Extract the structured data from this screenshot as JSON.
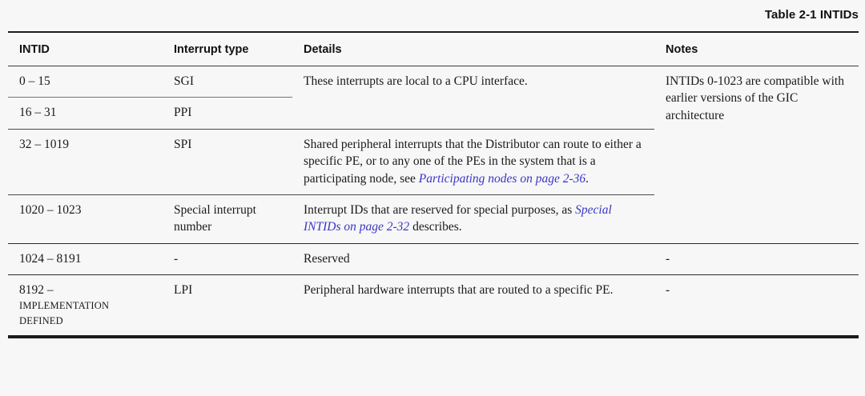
{
  "caption": "Table 2-1 INTIDs",
  "table": {
    "columns": [
      "INTID",
      "Interrupt type",
      "Details",
      "Notes"
    ],
    "notes_merged_text": "INTIDs 0-1023 are compatible with earlier versions of the GIC architecture",
    "rows": [
      {
        "intid": "0 – 15",
        "type": "SGI",
        "details": "These interrupts are local to a CPU interface.",
        "notes": "INTIDs 0-1023 are compatible with earlier versions of the GIC architecture"
      },
      {
        "intid": "16 – 31",
        "type": "PPI",
        "details": "",
        "notes": ""
      },
      {
        "intid": "32 – 1019",
        "type": "SPI",
        "details_pre": "Shared peripheral interrupts that the Distributor can route to either a specific PE, or to any one of the PEs in the system that is a participating node, see ",
        "details_link": "Participating nodes on page 2-36",
        "details_post": ".",
        "notes": ""
      },
      {
        "intid": "1020 – 1023",
        "type": "Special interrupt number",
        "details_pre": "Interrupt IDs that are reserved for special purposes, as ",
        "details_link": "Special INTIDs on page 2-32",
        "details_post": " describes.",
        "notes": ""
      },
      {
        "intid": "1024 – 8191",
        "type": "-",
        "details": "Reserved",
        "notes": "-"
      },
      {
        "intid_line1": "8192 –",
        "intid_line2": "IMPLEMENTATION",
        "intid_line3": "DEFINED",
        "type": "LPI",
        "details": "Peripheral hardware interrupts that are routed to a specific PE.",
        "notes": "-"
      }
    ]
  },
  "colors": {
    "page_background": "#f7f7f7",
    "text": "#1a1a1a",
    "link": "#3a35c8",
    "rule_dark": "#1b1b1b",
    "rule_light": "#6f6f6f"
  }
}
